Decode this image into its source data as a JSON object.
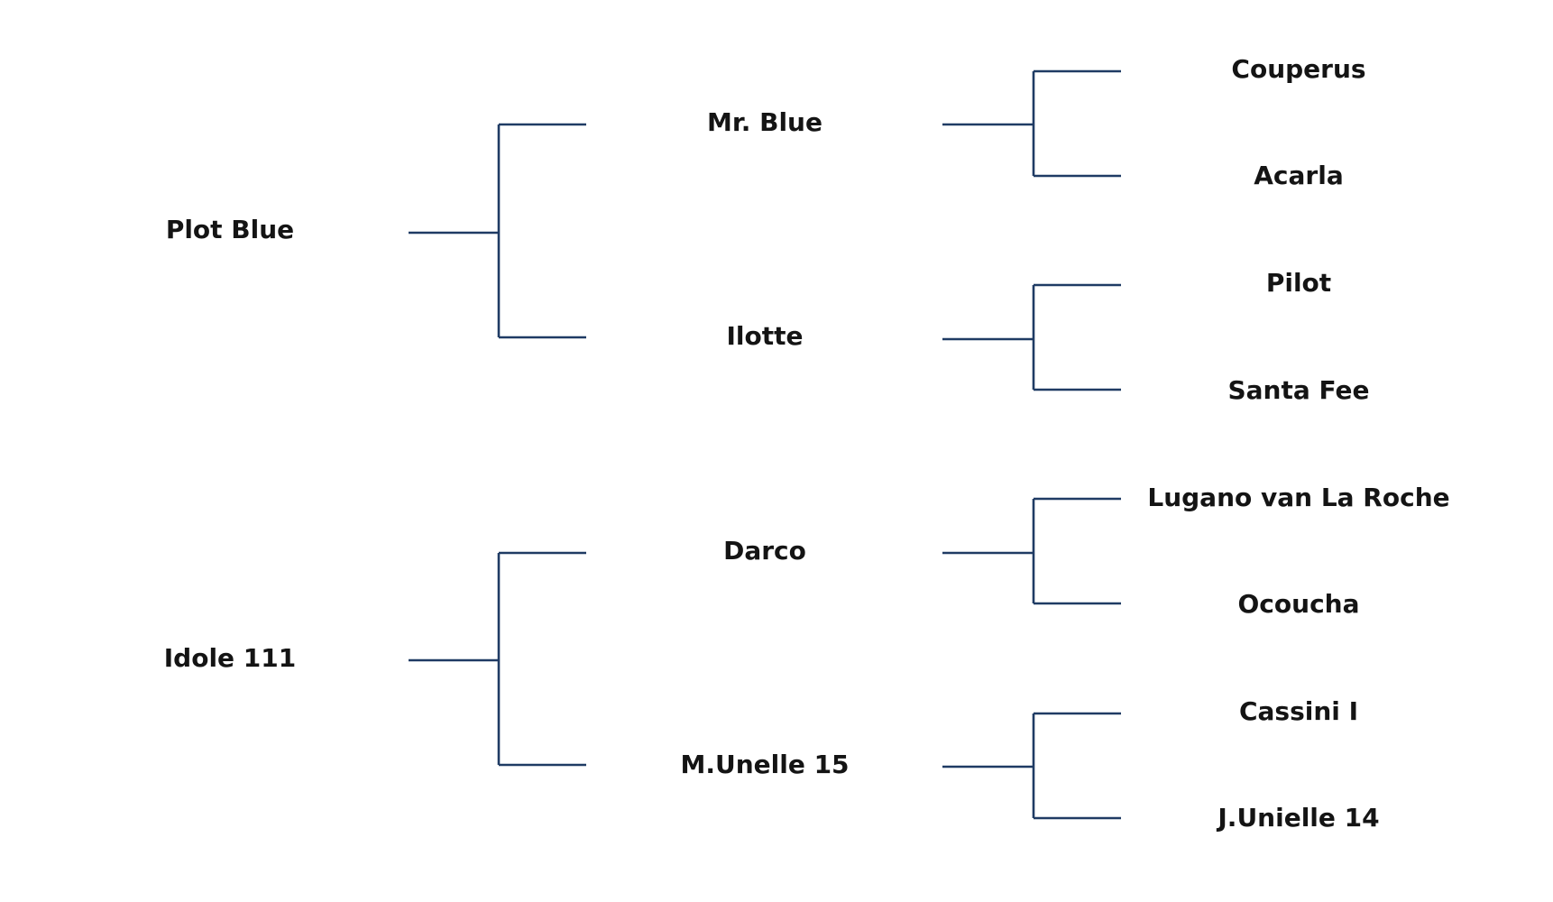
{
  "colors": {
    "line": "#1f3b64",
    "text": "#141414",
    "background": "#ffffff"
  },
  "pedigree": {
    "generation_1": [
      {
        "name": "Plot Blue"
      },
      {
        "name": "Idole 111"
      }
    ],
    "generation_2": [
      {
        "name": "Mr. Blue"
      },
      {
        "name": "Ilotte"
      },
      {
        "name": "Darco"
      },
      {
        "name": "M.Unelle 15"
      }
    ],
    "generation_3": [
      {
        "name": "Couperus"
      },
      {
        "name": "Acarla"
      },
      {
        "name": "Pilot"
      },
      {
        "name": "Santa Fee"
      },
      {
        "name": "Lugano van La Roche"
      },
      {
        "name": "Ocoucha"
      },
      {
        "name": "Cassini I"
      },
      {
        "name": "J.Unielle 14"
      }
    ]
  }
}
